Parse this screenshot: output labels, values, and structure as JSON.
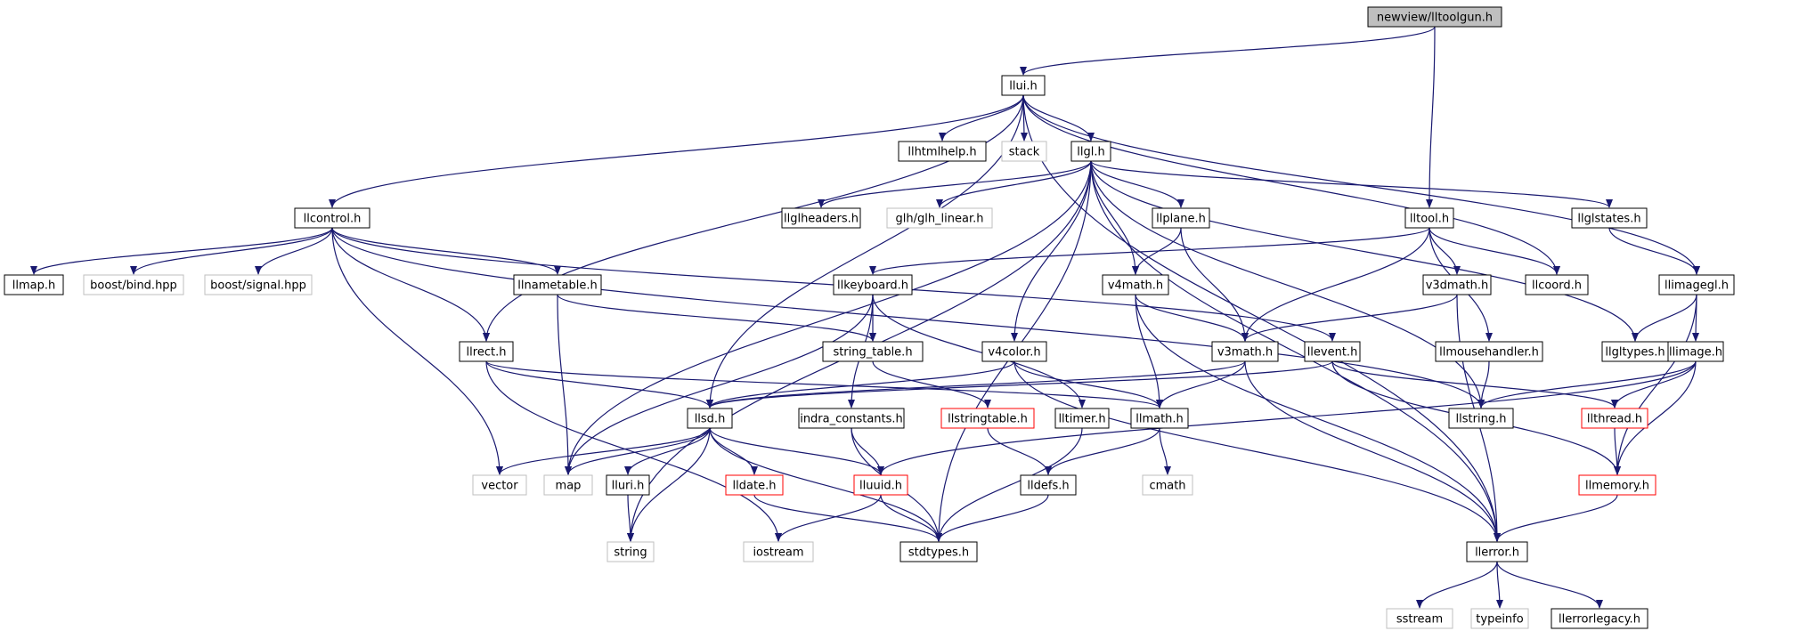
{
  "graph": {
    "nodes": [
      {
        "id": "root",
        "label": "newview/lltoolgun.h",
        "style": "root"
      },
      {
        "id": "llui",
        "label": "llui.h",
        "style": "normal"
      },
      {
        "id": "llhtmlhelp",
        "label": "llhtmlhelp.h",
        "style": "normal"
      },
      {
        "id": "stack",
        "label": "stack",
        "style": "external"
      },
      {
        "id": "llgl",
        "label": "llgl.h",
        "style": "normal"
      },
      {
        "id": "llcontrol",
        "label": "llcontrol.h",
        "style": "normal"
      },
      {
        "id": "llglheaders",
        "label": "llglheaders.h",
        "style": "normal"
      },
      {
        "id": "glh_linear",
        "label": "glh/glh_linear.h",
        "style": "external"
      },
      {
        "id": "llplane",
        "label": "llplane.h",
        "style": "normal"
      },
      {
        "id": "lltool",
        "label": "lltool.h",
        "style": "normal"
      },
      {
        "id": "llglstates",
        "label": "llglstates.h",
        "style": "normal"
      },
      {
        "id": "llmap",
        "label": "llmap.h",
        "style": "normal"
      },
      {
        "id": "boost_bind",
        "label": "boost/bind.hpp",
        "style": "external"
      },
      {
        "id": "boost_signal",
        "label": "boost/signal.hpp",
        "style": "external"
      },
      {
        "id": "llnametable",
        "label": "llnametable.h",
        "style": "normal"
      },
      {
        "id": "llkeyboard",
        "label": "llkeyboard.h",
        "style": "normal"
      },
      {
        "id": "v4math",
        "label": "v4math.h",
        "style": "normal"
      },
      {
        "id": "v3dmath",
        "label": "v3dmath.h",
        "style": "normal"
      },
      {
        "id": "llcoord",
        "label": "llcoord.h",
        "style": "normal"
      },
      {
        "id": "llimagegl",
        "label": "llimagegl.h",
        "style": "normal"
      },
      {
        "id": "llrect",
        "label": "llrect.h",
        "style": "normal"
      },
      {
        "id": "string_table",
        "label": "string_table.h",
        "style": "normal"
      },
      {
        "id": "v4color",
        "label": "v4color.h",
        "style": "normal"
      },
      {
        "id": "v3math",
        "label": "v3math.h",
        "style": "normal"
      },
      {
        "id": "llevent",
        "label": "llevent.h",
        "style": "normal"
      },
      {
        "id": "llmousehandler",
        "label": "llmousehandler.h",
        "style": "normal"
      },
      {
        "id": "llgltypes",
        "label": "llgltypes.h",
        "style": "normal"
      },
      {
        "id": "llimage",
        "label": "llimage.h",
        "style": "normal"
      },
      {
        "id": "llsd",
        "label": "llsd.h",
        "style": "normal"
      },
      {
        "id": "indra_constants",
        "label": "indra_constants.h",
        "style": "normal"
      },
      {
        "id": "llstringtable",
        "label": "llstringtable.h",
        "style": "missing"
      },
      {
        "id": "lltimer",
        "label": "lltimer.h",
        "style": "normal"
      },
      {
        "id": "llmath",
        "label": "llmath.h",
        "style": "normal"
      },
      {
        "id": "llstring",
        "label": "llstring.h",
        "style": "normal"
      },
      {
        "id": "llthread",
        "label": "llthread.h",
        "style": "missing"
      },
      {
        "id": "vector",
        "label": "vector",
        "style": "external"
      },
      {
        "id": "map",
        "label": "map",
        "style": "external"
      },
      {
        "id": "lluri",
        "label": "lluri.h",
        "style": "normal"
      },
      {
        "id": "lldate",
        "label": "lldate.h",
        "style": "missing"
      },
      {
        "id": "lluuid",
        "label": "lluuid.h",
        "style": "missing"
      },
      {
        "id": "lldefs",
        "label": "lldefs.h",
        "style": "normal"
      },
      {
        "id": "cmath",
        "label": "cmath",
        "style": "external"
      },
      {
        "id": "llmemory",
        "label": "llmemory.h",
        "style": "missing"
      },
      {
        "id": "string",
        "label": "string",
        "style": "external"
      },
      {
        "id": "iostream",
        "label": "iostream",
        "style": "external"
      },
      {
        "id": "stdtypes",
        "label": "stdtypes.h",
        "style": "normal"
      },
      {
        "id": "llerror",
        "label": "llerror.h",
        "style": "normal"
      },
      {
        "id": "sstream",
        "label": "sstream",
        "style": "external"
      },
      {
        "id": "typeinfo",
        "label": "typeinfo",
        "style": "external"
      },
      {
        "id": "llerrorlegacy",
        "label": "llerrorlegacy.h",
        "style": "normal"
      }
    ],
    "edges": [
      [
        "root",
        "llui"
      ],
      [
        "root",
        "lltool"
      ],
      [
        "llui",
        "llhtmlhelp"
      ],
      [
        "llui",
        "stack"
      ],
      [
        "llui",
        "llgl"
      ],
      [
        "llui",
        "llcontrol"
      ],
      [
        "llui",
        "llrect"
      ],
      [
        "llui",
        "llsd"
      ],
      [
        "llui",
        "llcoord"
      ],
      [
        "llui",
        "llimagegl"
      ],
      [
        "llui",
        "llerror"
      ],
      [
        "llgl",
        "llglheaders"
      ],
      [
        "llgl",
        "glh_linear"
      ],
      [
        "llgl",
        "llplane"
      ],
      [
        "llgl",
        "llglstates"
      ],
      [
        "llgl",
        "v4math"
      ],
      [
        "llgl",
        "v4color"
      ],
      [
        "llgl",
        "map"
      ],
      [
        "llgl",
        "string"
      ],
      [
        "llgl",
        "stdtypes"
      ],
      [
        "llgl",
        "llstring"
      ],
      [
        "llgl",
        "llgltypes"
      ],
      [
        "llgl",
        "llerror"
      ],
      [
        "llcontrol",
        "llmap"
      ],
      [
        "llcontrol",
        "boost_bind"
      ],
      [
        "llcontrol",
        "boost_signal"
      ],
      [
        "llcontrol",
        "llnametable"
      ],
      [
        "llcontrol",
        "llrect"
      ],
      [
        "llcontrol",
        "vector"
      ],
      [
        "llcontrol",
        "llevent"
      ],
      [
        "llcontrol",
        "llstring"
      ],
      [
        "llplane",
        "v4math"
      ],
      [
        "llplane",
        "v3math"
      ],
      [
        "lltool",
        "llkeyboard"
      ],
      [
        "lltool",
        "v3dmath"
      ],
      [
        "lltool",
        "llcoord"
      ],
      [
        "lltool",
        "llmousehandler"
      ],
      [
        "lltool",
        "v3math"
      ],
      [
        "llglstates",
        "llimagegl"
      ],
      [
        "llnametable",
        "map"
      ],
      [
        "llnametable",
        "string_table"
      ],
      [
        "llkeyboard",
        "string_table"
      ],
      [
        "llkeyboard",
        "indra_constants"
      ],
      [
        "llkeyboard",
        "lltimer"
      ],
      [
        "llkeyboard",
        "map"
      ],
      [
        "v4math",
        "v3math"
      ],
      [
        "v4math",
        "llmath"
      ],
      [
        "v4math",
        "llerror"
      ],
      [
        "v3dmath",
        "v3math"
      ],
      [
        "v3dmath",
        "llerror"
      ],
      [
        "llimagegl",
        "llgltypes"
      ],
      [
        "llimagegl",
        "llimage"
      ],
      [
        "llimagegl",
        "llmemory"
      ],
      [
        "llrect",
        "llsd"
      ],
      [
        "llrect",
        "llmath"
      ],
      [
        "llrect",
        "iostream"
      ],
      [
        "string_table",
        "llstringtable"
      ],
      [
        "v4color",
        "llsd"
      ],
      [
        "v4color",
        "llmath"
      ],
      [
        "v4color",
        "llerror"
      ],
      [
        "v3math",
        "llsd"
      ],
      [
        "v3math",
        "llmath"
      ],
      [
        "v3math",
        "llerror"
      ],
      [
        "llevent",
        "llsd"
      ],
      [
        "llevent",
        "llthread"
      ],
      [
        "llevent",
        "llmemory"
      ],
      [
        "llmousehandler",
        "llstring"
      ],
      [
        "llimage",
        "llstring"
      ],
      [
        "llimage",
        "llthread"
      ],
      [
        "llimage",
        "llmemory"
      ],
      [
        "llimage",
        "lluuid"
      ],
      [
        "llsd",
        "vector"
      ],
      [
        "llsd",
        "map"
      ],
      [
        "llsd",
        "lluri"
      ],
      [
        "llsd",
        "lldate"
      ],
      [
        "llsd",
        "lluuid"
      ],
      [
        "llsd",
        "string"
      ],
      [
        "llsd",
        "stdtypes"
      ],
      [
        "indra_constants",
        "lluuid"
      ],
      [
        "indra_constants",
        "stdtypes"
      ],
      [
        "llstringtable",
        "lldefs"
      ],
      [
        "lltimer",
        "stdtypes"
      ],
      [
        "llmath",
        "lldefs"
      ],
      [
        "llmath",
        "cmath"
      ],
      [
        "llthread",
        "llmemory"
      ],
      [
        "lluri",
        "string"
      ],
      [
        "lldate",
        "stdtypes"
      ],
      [
        "lluuid",
        "stdtypes"
      ],
      [
        "lluuid",
        "iostream"
      ],
      [
        "lldefs",
        "stdtypes"
      ],
      [
        "llmemory",
        "llerror"
      ],
      [
        "llerror",
        "sstream"
      ],
      [
        "llerror",
        "typeinfo"
      ],
      [
        "llerror",
        "llerrorlegacy"
      ]
    ]
  },
  "colors": {
    "edge": "#191970",
    "root_fill": "#bfbfbf",
    "normal_border": "#000000",
    "external_border": "#bfbfbf",
    "missing_border": "#ff0000",
    "text": "#000000"
  }
}
